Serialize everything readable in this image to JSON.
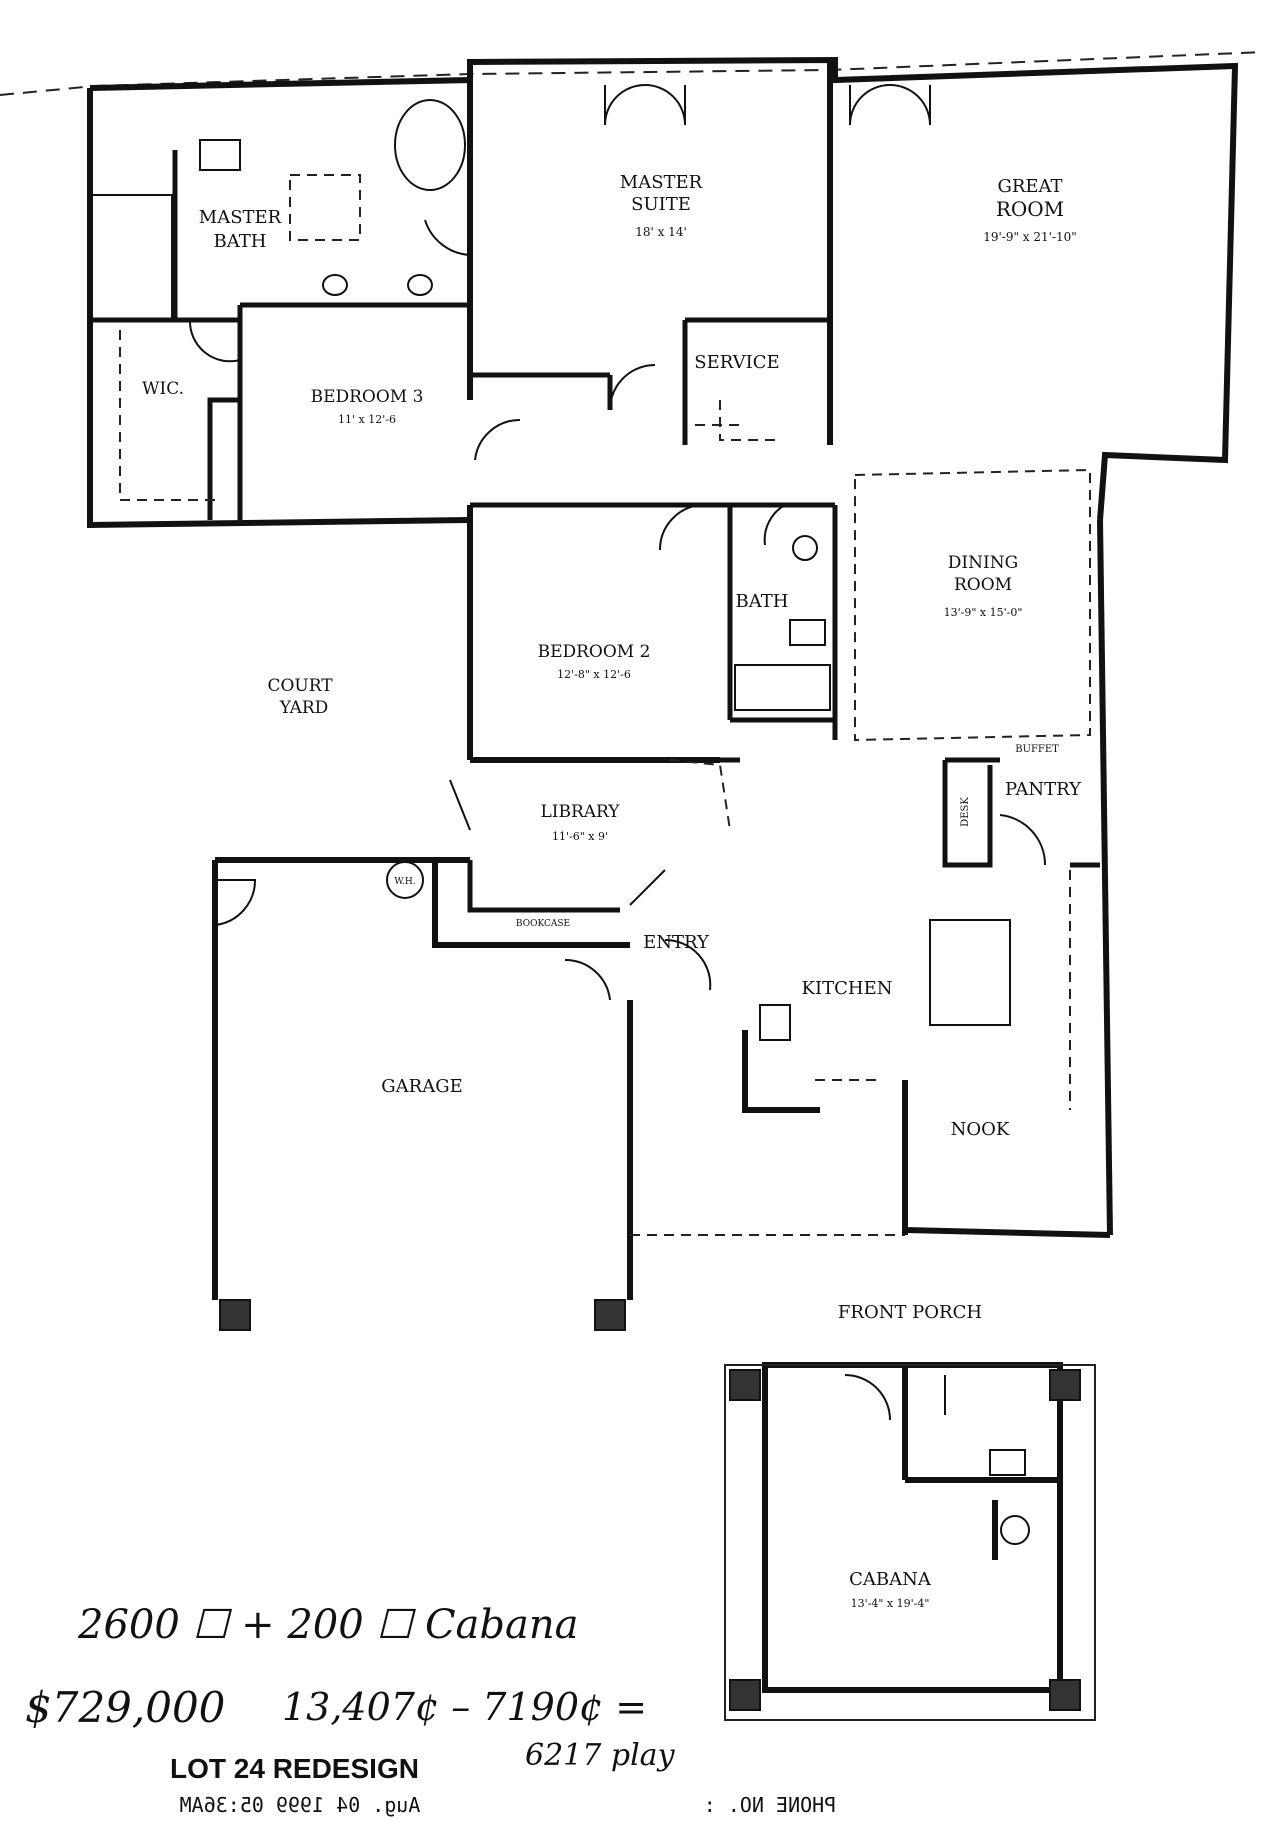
{
  "rooms": {
    "master_bath": {
      "line1": "MASTER",
      "line2": "BATH"
    },
    "master_suite": {
      "line1": "MASTER",
      "line2": "SUITE",
      "dims": "18' x 14'"
    },
    "great_room": {
      "line1": "GREAT",
      "line2": "ROOM",
      "dims": "19'-9\" x 21'-10\""
    },
    "wic": {
      "name": "WIC."
    },
    "bedroom3": {
      "name": "BEDROOM 3",
      "dims": "11' x 12'-6"
    },
    "service": {
      "name": "SERVICE"
    },
    "dining_room": {
      "line1": "DINING",
      "line2": "ROOM",
      "dims": "13'-9\" x 15'-0\""
    },
    "bath": {
      "name": "BATH"
    },
    "bedroom2": {
      "name": "BEDROOM 2",
      "dims": "12'-8\" x 12'-6"
    },
    "courtyard": {
      "line1": "COURT",
      "line2": "YARD"
    },
    "buffet": {
      "name": "BUFFET"
    },
    "pantry": {
      "name": "PANTRY"
    },
    "desk": {
      "name": "DESK"
    },
    "library": {
      "name": "LIBRARY",
      "dims": "11'-6\" x 9'"
    },
    "wh": {
      "name": "W.H."
    },
    "bookcase": {
      "name": "BOOKCASE"
    },
    "entry": {
      "name": "ENTRY"
    },
    "kitchen": {
      "name": "KITCHEN"
    },
    "garage": {
      "name": "GARAGE"
    },
    "nook": {
      "name": "NOOK"
    },
    "front_porch": {
      "name": "FRONT PORCH"
    },
    "cabana": {
      "name": "CABANA",
      "dims": "13'-4\" x 19'-4\""
    }
  },
  "notes": {
    "line1": "2600 ☐ + 200 ☐ Cabana",
    "price": "$729,000",
    "calc": "13,407¢ – 7190¢ =",
    "result": "6217 play"
  },
  "title": "LOT 24 REDESIGN",
  "fax": {
    "left": "Aug. 04 1999 05:36AM",
    "right": "PHONE NO. :"
  }
}
